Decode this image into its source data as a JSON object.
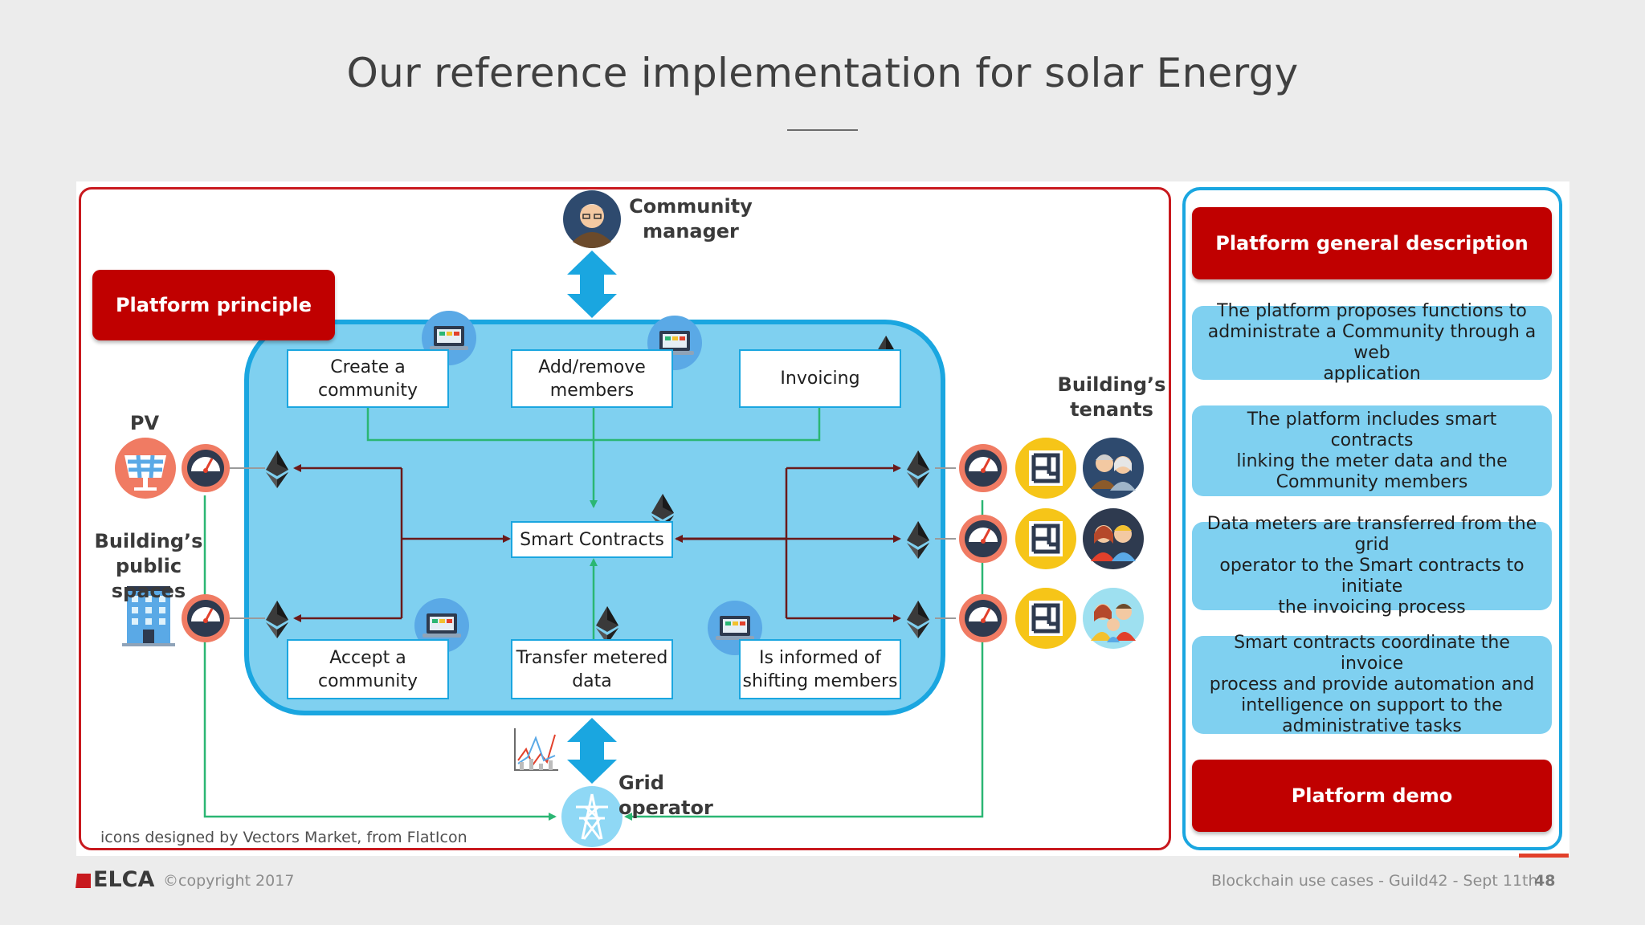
{
  "slide": {
    "title": "Our reference implementation for solar Energy",
    "credit": "icons designed by Vectors Market, from FlatIcon"
  },
  "labels": {
    "community_manager_l1": "Community",
    "community_manager_l2": "manager",
    "pv": "PV",
    "public_spaces_l1": "Building’s",
    "public_spaces_l2": "public spaces",
    "tenants_l1": "Building’s",
    "tenants_l2": "tenants",
    "grid_operator": "Grid operator",
    "platform_principle": "Platform principle"
  },
  "platform_boxes": {
    "create_l1": "Create a",
    "create_l2": "community",
    "addremove_l1": "Add/remove",
    "addremove_l2": "members",
    "invoicing": "Invoicing",
    "smart_contracts": "Smart Contracts",
    "accept_l1": "Accept a",
    "accept_l2": "community",
    "transfer_l1": "Transfer metered",
    "transfer_l2": "data",
    "informed_l1": "Is informed of",
    "informed_l2": "shifting members"
  },
  "right_panel": {
    "header": "Platform general description",
    "desc1_l1": "The platform proposes functions to",
    "desc1_l2": "administrate a Community through a web",
    "desc1_l3": "application",
    "desc2_l1": "The platform includes smart contracts",
    "desc2_l2": "linking the meter data and the",
    "desc2_l3": "Community members",
    "desc3_l1": "Data meters are transferred from the grid",
    "desc3_l2": "operator to the Smart contracts to initiate",
    "desc3_l3": "the invoicing process",
    "desc4_l1": "Smart contracts coordinate the invoice",
    "desc4_l2": "process and provide automation and",
    "desc4_l3": "intelligence on support to the",
    "desc4_l4": "administrative tasks",
    "demo_button": "Platform demo"
  },
  "footer": {
    "brand": "ELCA",
    "copyright": "©copyright 2017",
    "event": "Blockchain use cases - Guild42 - Sept 11th",
    "page": "48"
  },
  "colors": {
    "accent_red": "#c00000",
    "accent_blue": "#1aa6e0",
    "platform_fill": "#7fd0f0",
    "flow_green": "#2bb673",
    "arrow_darkred": "#6b1a1a"
  },
  "icons": [
    "user-avatar-icon",
    "double-arrow-icon",
    "laptop-icon",
    "ethereum-icon",
    "solar-panel-icon",
    "meter-icon",
    "office-building-icon",
    "house-plan-icon",
    "family-icon",
    "transmission-tower-icon",
    "chart-icon"
  ]
}
